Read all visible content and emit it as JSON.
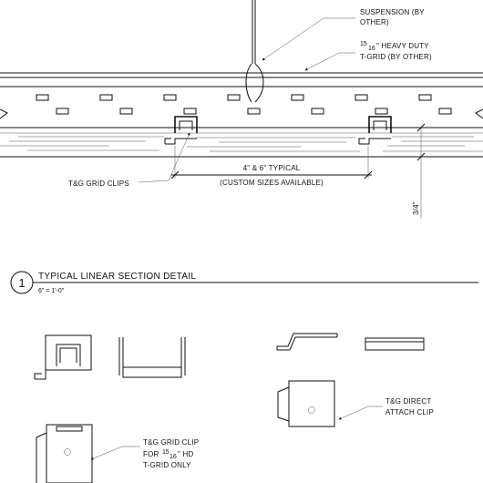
{
  "labels": {
    "suspension_l1": "SUSPENSION (BY",
    "suspension_l2": "OTHER)",
    "tgrid_frac_num": "15",
    "tgrid_frac_den": "16",
    "tgrid_l1_rest": "\" HEAVY DUTY",
    "tgrid_l2": "T-GRID (BY OTHER)",
    "grid_clips": "T&G GRID CLIPS",
    "typical_dim_l1": "4\" & 6\" TYPICAL",
    "typical_dim_l2": "(CUSTOM SIZES AVAILABLE)",
    "thickness": "3/4\"",
    "detail_number": "1",
    "detail_title": "TYPICAL LINEAR SECTION DETAIL",
    "scale": "6\" = 1'-0\"",
    "direct_clip_l1": "T&G DIRECT",
    "direct_clip_l2": "ATTACH CLIP",
    "grid_clip_l1": "T&G GRID CLIP",
    "grid_clip_l2_pre": "FOR ",
    "grid_clip_frac_num": "15",
    "grid_clip_frac_den": "16",
    "grid_clip_l2_post": "\" HD",
    "grid_clip_l3": "T-GRID ONLY"
  }
}
